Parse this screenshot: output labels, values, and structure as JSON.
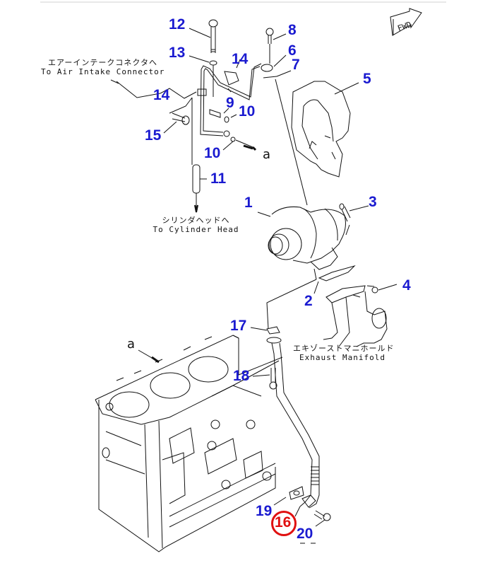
{
  "diagram": {
    "title": "Turbocharger and Lubrication Piping Parts Diagram",
    "forward_indicator": "FWD",
    "highlight_color": "#e01010",
    "label_color": "#1a1ad0",
    "highlighted_part": "16",
    "captions": {
      "air_intake_jp": "エアーインテークコネクタへ",
      "air_intake_en": "To Air Intake Connector",
      "cylinder_head_jp": "シリンダヘッドへ",
      "cylinder_head_en": "To Cylinder Head",
      "exhaust_manifold_jp": "エキゾーストマニホールド",
      "exhaust_manifold_en": "Exhaust Manifold"
    },
    "reference_marks": [
      "a",
      "a"
    ],
    "part_labels": [
      {
        "id": "12",
        "text": "12"
      },
      {
        "id": "13",
        "text": "13"
      },
      {
        "id": "14a",
        "text": "14"
      },
      {
        "id": "14b",
        "text": "14"
      },
      {
        "id": "15",
        "text": "15"
      },
      {
        "id": "9",
        "text": "9"
      },
      {
        "id": "10a",
        "text": "10"
      },
      {
        "id": "10b",
        "text": "10"
      },
      {
        "id": "11",
        "text": "11"
      },
      {
        "id": "8",
        "text": "8"
      },
      {
        "id": "6",
        "text": "6"
      },
      {
        "id": "7",
        "text": "7"
      },
      {
        "id": "5",
        "text": "5"
      },
      {
        "id": "1",
        "text": "1"
      },
      {
        "id": "3",
        "text": "3"
      },
      {
        "id": "2",
        "text": "2"
      },
      {
        "id": "4",
        "text": "4"
      },
      {
        "id": "17",
        "text": "17"
      },
      {
        "id": "18",
        "text": "18"
      },
      {
        "id": "19",
        "text": "19"
      },
      {
        "id": "16",
        "text": "16"
      },
      {
        "id": "20",
        "text": "20"
      }
    ]
  }
}
